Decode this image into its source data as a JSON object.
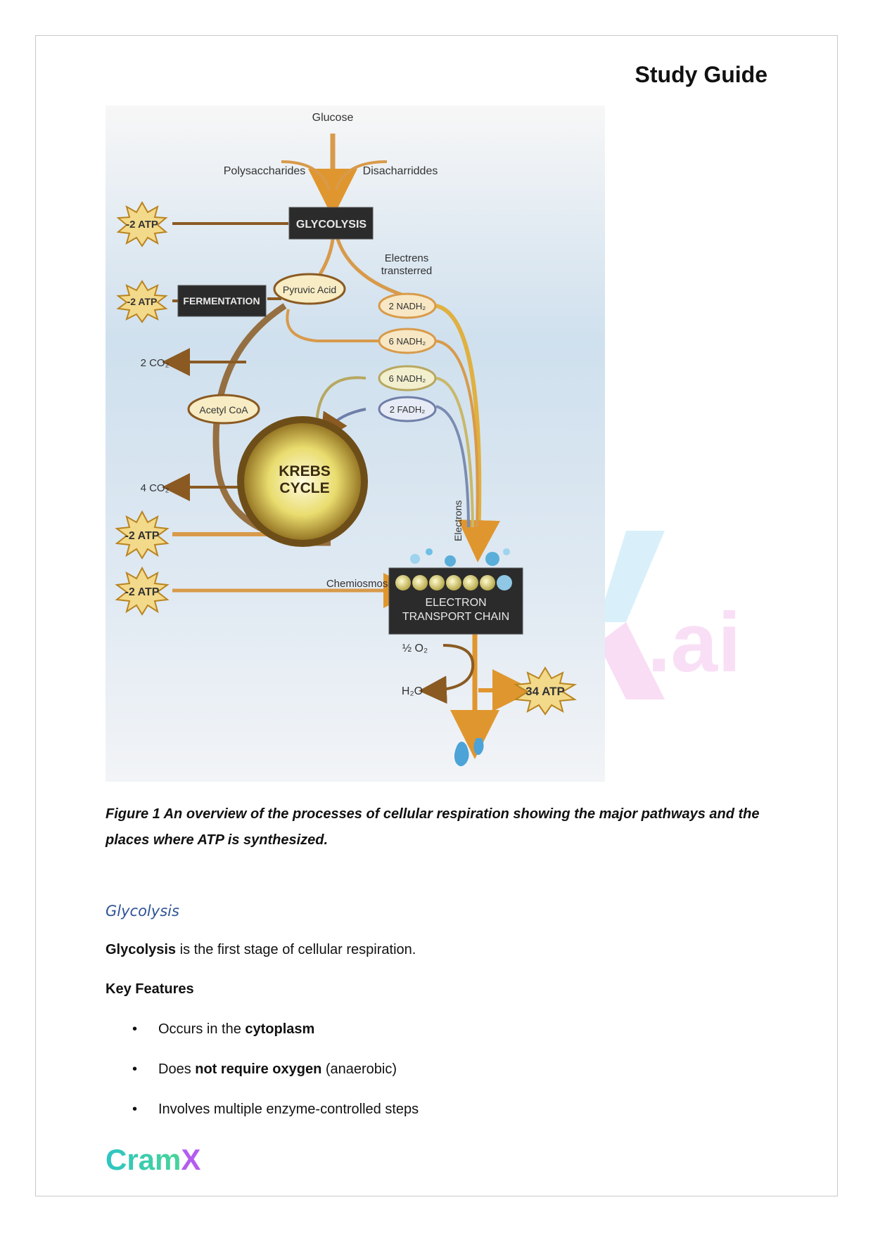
{
  "header": {
    "title": "Study Guide"
  },
  "figure": {
    "labels": {
      "glucose": "Glucose",
      "polysaccharides": "Polysaccharides",
      "disaccharides": "Disacharriddes",
      "glycolysis": "GLYCOLYSIS",
      "electrons_transferred_1": "Electrens",
      "electrons_transferred_2": "transterred",
      "pyruvic_acid": "Pyruvic Acid",
      "fermentation": "FERMENTATION",
      "nadh_1": "2 NADH₂",
      "nadh_2": "6 NADH₂",
      "nadh_3": "6 NADH₂",
      "fadh": "2 FADH₂",
      "co2_1": "2 CO₂",
      "acetyl_coa": "Acetyl CoA",
      "krebs_1": "KREBS",
      "krebs_2": "CYCLE",
      "co2_2": "4 CO₂",
      "electrons": "Electrons",
      "chemiosmosis": "Chemiosmosis",
      "etc_1": "ELECTRON",
      "etc_2": "TRANSPORT CHAIN",
      "o2": "½ O₂",
      "h2o": "H₂O"
    },
    "atp": {
      "glycolysis": "-2 ATP",
      "fermentation": "-2 ATP",
      "krebs": "-2 ATP",
      "chemiosmosis": "-2 ATP",
      "etc": "34 ATP"
    },
    "watermark": "X.ai"
  },
  "caption": "Figure 1 An overview of the processes of cellular respiration showing the major pathways and the places where ATP is synthesized.",
  "section": {
    "heading": "Glycolysis",
    "intro_bold": "Glycolysis",
    "intro_rest": " is the first stage of cellular respiration.",
    "subheading": "Key Features",
    "bullets": [
      {
        "bullet": "•",
        "pre": "Occurs in the ",
        "bold": "cytoplasm",
        "post": ""
      },
      {
        "bullet": "•",
        "pre": "Does ",
        "bold": "not require oxygen",
        "post": " (anaerobic)"
      },
      {
        "bullet": "•",
        "pre": "Involves multiple enzyme-controlled steps",
        "bold": "",
        "post": ""
      }
    ]
  },
  "footer": {
    "logo_text": "Cram",
    "logo_mark": "X"
  },
  "colors": {
    "heading_blue": "#2f5496",
    "arrow_gold": "#e0962e",
    "box_dark": "#2b2b2b",
    "logo_teal": "#2ec4c4",
    "logo_purple": "#b45cf0"
  }
}
